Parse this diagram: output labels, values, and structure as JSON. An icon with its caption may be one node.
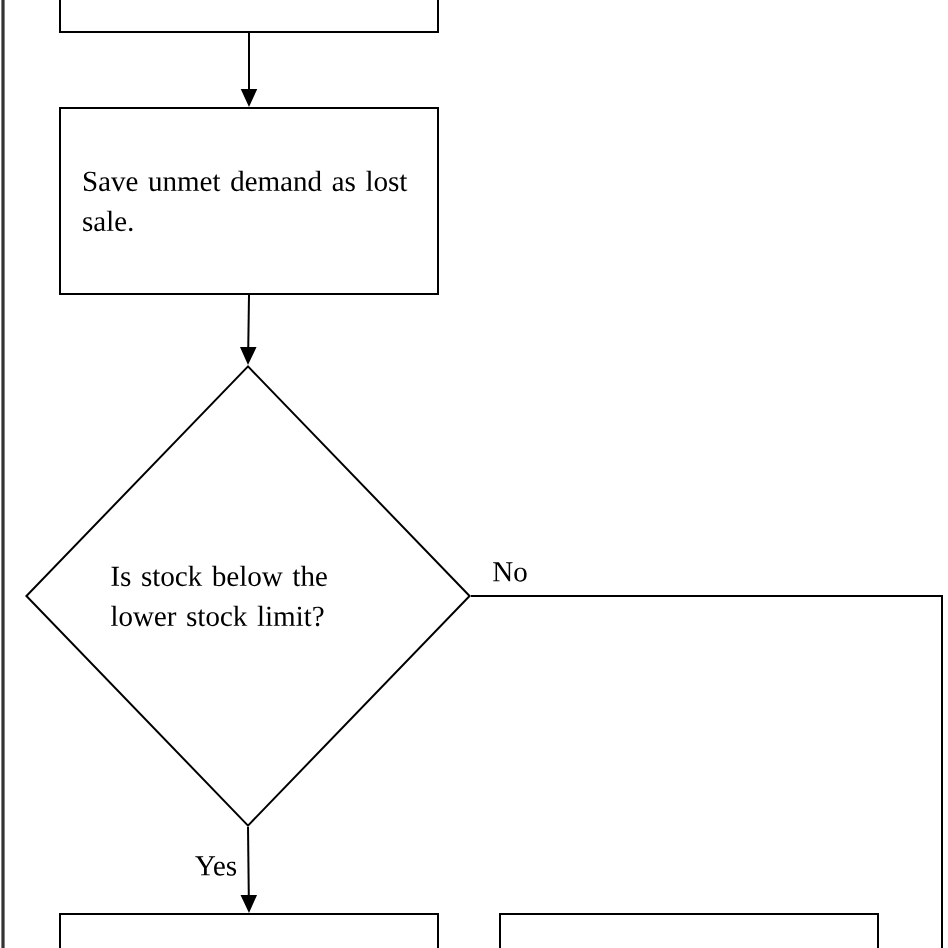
{
  "diagram": {
    "nodes": [
      {
        "text": [],
        "shape": "box"
      },
      {
        "text": [
          "Save unmet demand as lost sale."
        ]
      },
      {
        "text": [
          "Is stock below the lower stock limit?"
        ]
      },
      {
        "text": [],
        "shape": "box"
      },
      {
        "text": [],
        "shape": "box"
      }
    ],
    "edges": [
      {
        "from": 0,
        "to": 1,
        "arrow": "to"
      },
      {
        "from": 1,
        "to": 2,
        "arrow": "to"
      },
      {
        "from": 2,
        "to": 3,
        "arrow": "to",
        "label": "Yes"
      },
      {
        "from": 2,
        "to": null,
        "arrow": "none",
        "label": "No"
      }
    ]
  }
}
